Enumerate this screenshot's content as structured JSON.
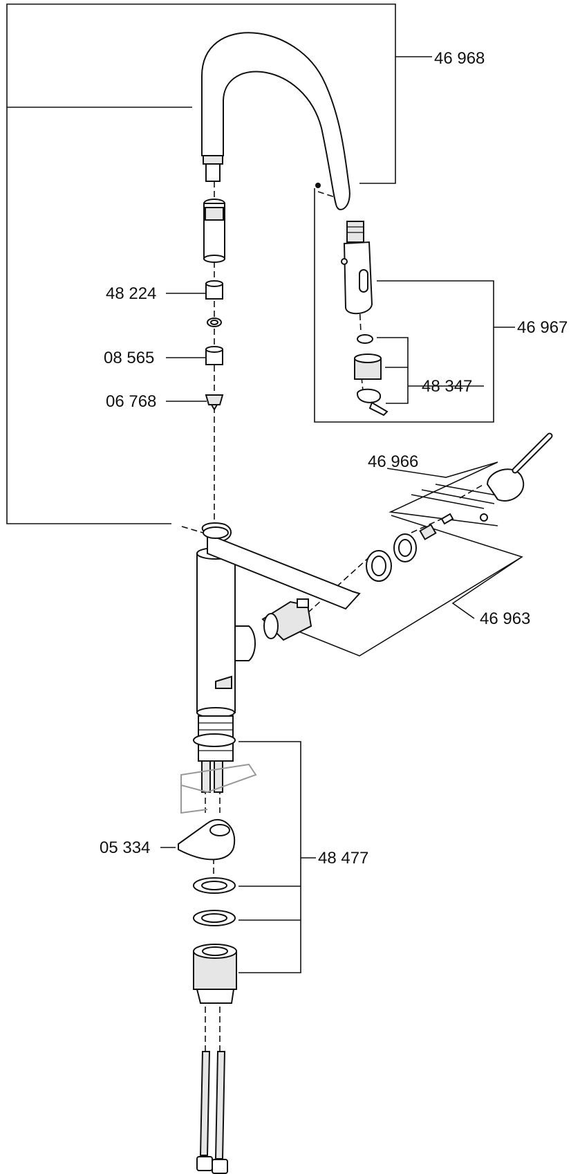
{
  "diagram": {
    "part_labels": [
      {
        "id": "p46968",
        "text": "46 968"
      },
      {
        "id": "p46967",
        "text": "46 967"
      },
      {
        "id": "p48347",
        "text": "48 347"
      },
      {
        "id": "p48224",
        "text": "48 224"
      },
      {
        "id": "p08565",
        "text": "08 565"
      },
      {
        "id": "p06768",
        "text": "06 768"
      },
      {
        "id": "p46966",
        "text": "46 966"
      },
      {
        "id": "p46963",
        "text": "46 963"
      },
      {
        "id": "p05334",
        "text": "05 334"
      },
      {
        "id": "p48477",
        "text": "48 477"
      }
    ]
  }
}
